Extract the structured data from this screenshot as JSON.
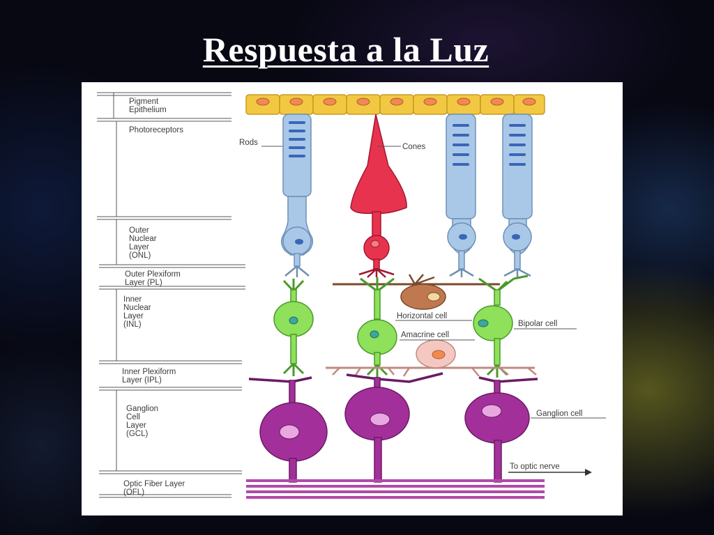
{
  "slide": {
    "title": "Respuesta a la Luz"
  },
  "layers": {
    "pigment": [
      "Pigment",
      "Epithelium"
    ],
    "photoreceptors": "Photoreceptors",
    "onl": [
      "Outer",
      "Nuclear",
      "Layer",
      "(ONL)"
    ],
    "opl": [
      "Outer Plexiform",
      "Layer (PL)"
    ],
    "inl": [
      "Inner",
      "Nuclear",
      "Layer",
      "(INL)"
    ],
    "ipl": [
      "Inner Plexiform",
      "Layer (IPL)"
    ],
    "gcl": [
      "Ganglion",
      "Cell",
      "Layer",
      "(GCL)"
    ],
    "ofl": [
      "Optic Fiber Layer",
      "(OFL)"
    ]
  },
  "callouts": {
    "rods": "Rods",
    "cones": "Cones",
    "horizontal": "Horizontal cell",
    "amacrine": "Amacrine cell",
    "bipolar": "Bipolar cell",
    "ganglion": "Ganglion cell",
    "optic_nerve": "To optic nerve"
  },
  "colors": {
    "pigment": "#f2c842",
    "rod": "#a9c8e8",
    "cone": "#e8334f",
    "bipolar": "#8fe05a",
    "horizontal": "#c07850",
    "amacrine": "#f4c8c0",
    "ganglion": "#a3309a"
  }
}
